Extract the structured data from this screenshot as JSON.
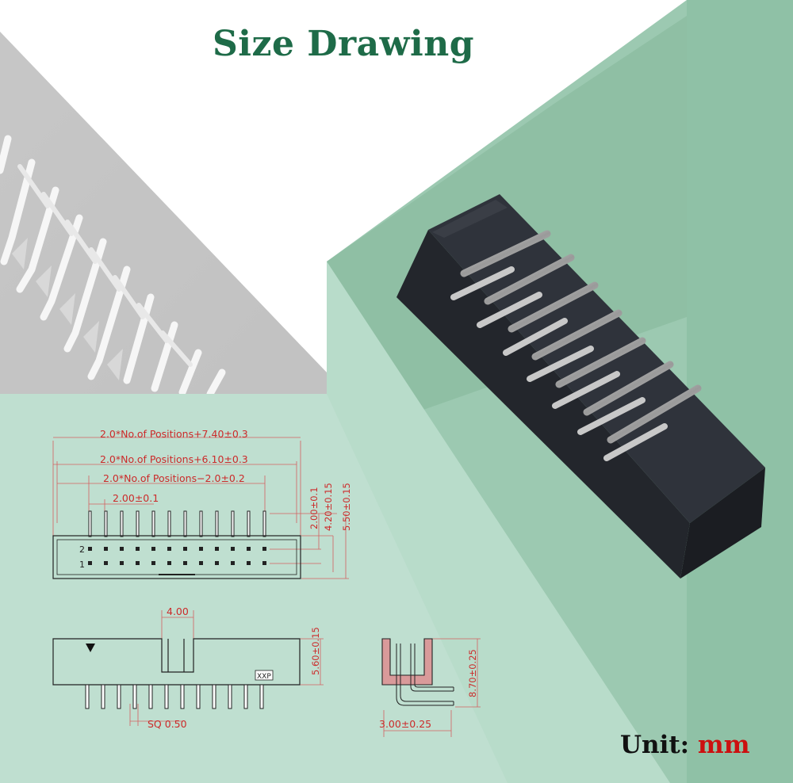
{
  "title": "Size Drawing",
  "unit": {
    "label": "Unit:",
    "value": "mm"
  },
  "top_view": {
    "dim_overall": "2.0*No.of  Positions+7.40±0.3",
    "dim_inner": "2.0*No.of  Positions+6.10±0.3",
    "dim_pins": "2.0*No.of  Positions−2.0±0.2",
    "dim_pitch": "2.00±0.1",
    "dim_row_pitch": "2.00±0.1",
    "dim_pin_offset": "4.20±0.15",
    "dim_body_depth": "5.50±0.15",
    "row_2_label": "2",
    "row_1_label": "1"
  },
  "front_view": {
    "dim_key": "4.00",
    "dim_height": "5.60±0.15",
    "dim_pin_size": "SQ  0.50",
    "marking": "XXP"
  },
  "side_view": {
    "dim_total_height": "8.70±0.25",
    "dim_bend": "3.00±0.25"
  },
  "colors": {
    "title": "#1e6b48",
    "dimension": "#cc2a2a",
    "unit_value": "#cc1010",
    "panel": "#bedfcf",
    "photo_bg": "#8cbfa4",
    "connector": "#2a2d34"
  }
}
